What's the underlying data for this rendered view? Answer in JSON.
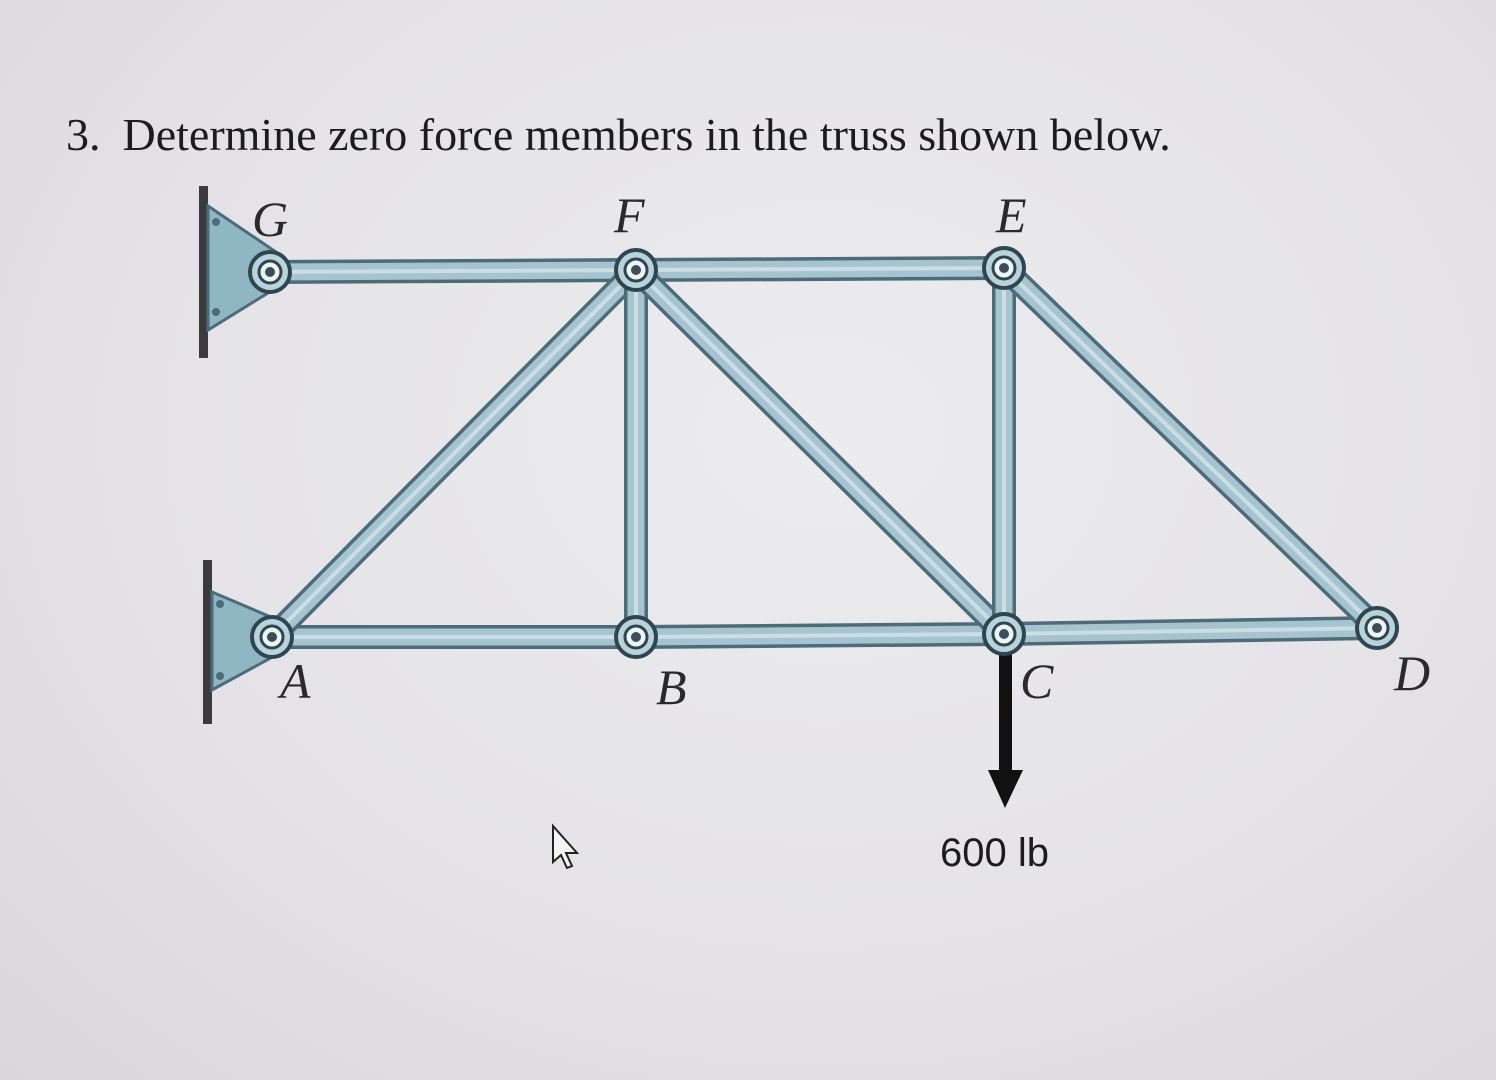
{
  "question": {
    "number": "3.",
    "text": "Determine zero force members in the truss shown below."
  },
  "nodes": [
    {
      "id": "G",
      "label": "G"
    },
    {
      "id": "F",
      "label": "F"
    },
    {
      "id": "E",
      "label": "E"
    },
    {
      "id": "A",
      "label": "A"
    },
    {
      "id": "B",
      "label": "B"
    },
    {
      "id": "C",
      "label": "C"
    },
    {
      "id": "D",
      "label": "D"
    }
  ],
  "members": [
    [
      "G",
      "F"
    ],
    [
      "F",
      "E"
    ],
    [
      "A",
      "B"
    ],
    [
      "B",
      "C"
    ],
    [
      "C",
      "D"
    ],
    [
      "A",
      "F"
    ],
    [
      "F",
      "B"
    ],
    [
      "F",
      "C"
    ],
    [
      "E",
      "C"
    ],
    [
      "E",
      "D"
    ]
  ],
  "supports": [
    "G",
    "A"
  ],
  "load": {
    "node": "C",
    "label": "600 lb",
    "direction": "down"
  },
  "colors": {
    "member_fill": "#a6c4cf",
    "member_edge": "#4c6c79",
    "support_fill": "#8fb6c3",
    "wall": "#3b3b3d"
  }
}
